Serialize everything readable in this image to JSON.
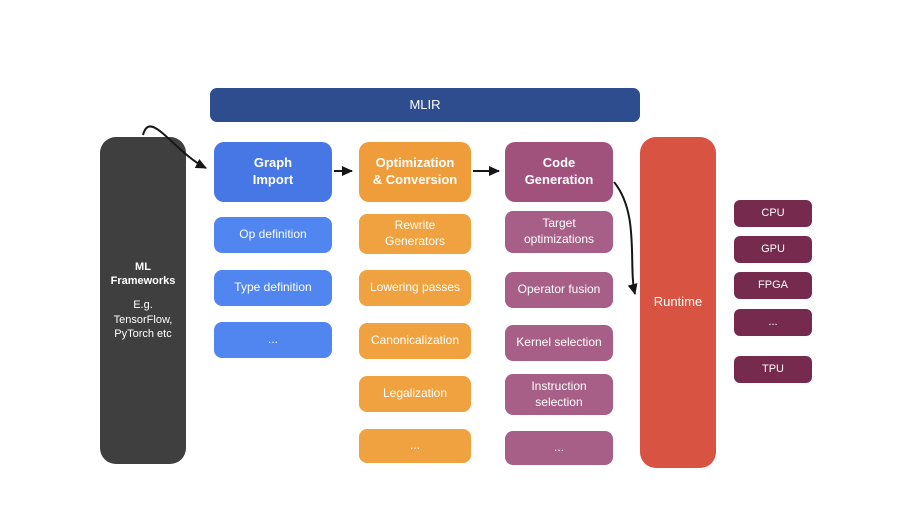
{
  "ml_frameworks": {
    "title": "ML Frameworks",
    "subtitle": "E.g. TensorFlow, PyTorch etc"
  },
  "mlir_banner": {
    "label": "MLIR"
  },
  "columns": [
    {
      "header": "Graph\nImport",
      "items": [
        "Op definition",
        "Type definition",
        "..."
      ]
    },
    {
      "header": "Optimization\n& Conversion",
      "items": [
        "Rewrite\nGenerators",
        "Lowering passes",
        "Canonicalization",
        "Legalization",
        "..."
      ]
    },
    {
      "header": "Code\nGeneration",
      "items": [
        "Target\noptimizations",
        "Operator fusion",
        "Kernel selection",
        "Instruction\nselection",
        "..."
      ]
    }
  ],
  "runtime": {
    "label": "Runtime"
  },
  "hardware_targets": [
    "CPU",
    "GPU",
    "FPGA",
    "...",
    "TPU"
  ],
  "colors": {
    "ml_frameworks": "#3f3f3f",
    "mlir_banner": "#2d4d8e",
    "graph_import_header": "#4677e4",
    "graph_import_item": "#5186f0",
    "optimization": "#f0a240",
    "code_generation": "#a75f88",
    "runtime": "#d95342",
    "hardware": "#762a4d",
    "arrow": "#161616",
    "background": "#ffffff"
  }
}
